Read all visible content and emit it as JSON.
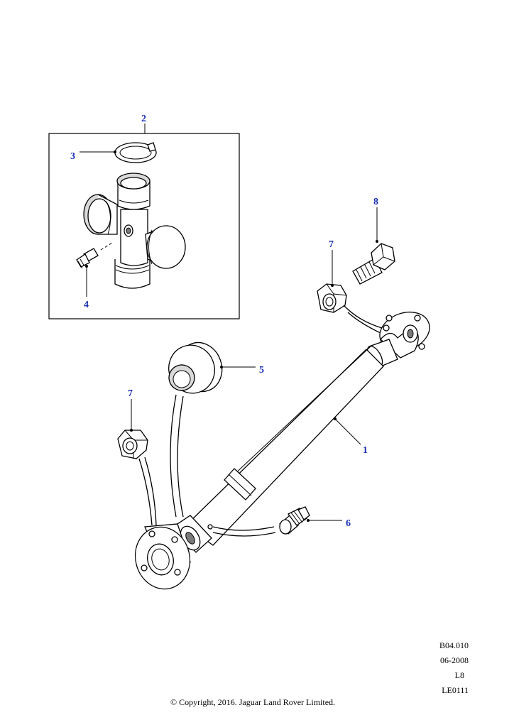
{
  "callouts": {
    "c1": "1",
    "c2": "2",
    "c3": "3",
    "c4": "4",
    "c5": "5",
    "c6": "6",
    "c7a": "7",
    "c7b": "7",
    "c8": "8"
  },
  "reference": {
    "code": "B04.010",
    "date": "06-2008",
    "level": "L8",
    "drawing_id": "LE0111"
  },
  "copyright": "© Copyright, 2016. Jaguar Land Rover Limited.",
  "colors": {
    "callout_text": "#1a2fb0",
    "line": "#000000",
    "background": "#ffffff"
  }
}
